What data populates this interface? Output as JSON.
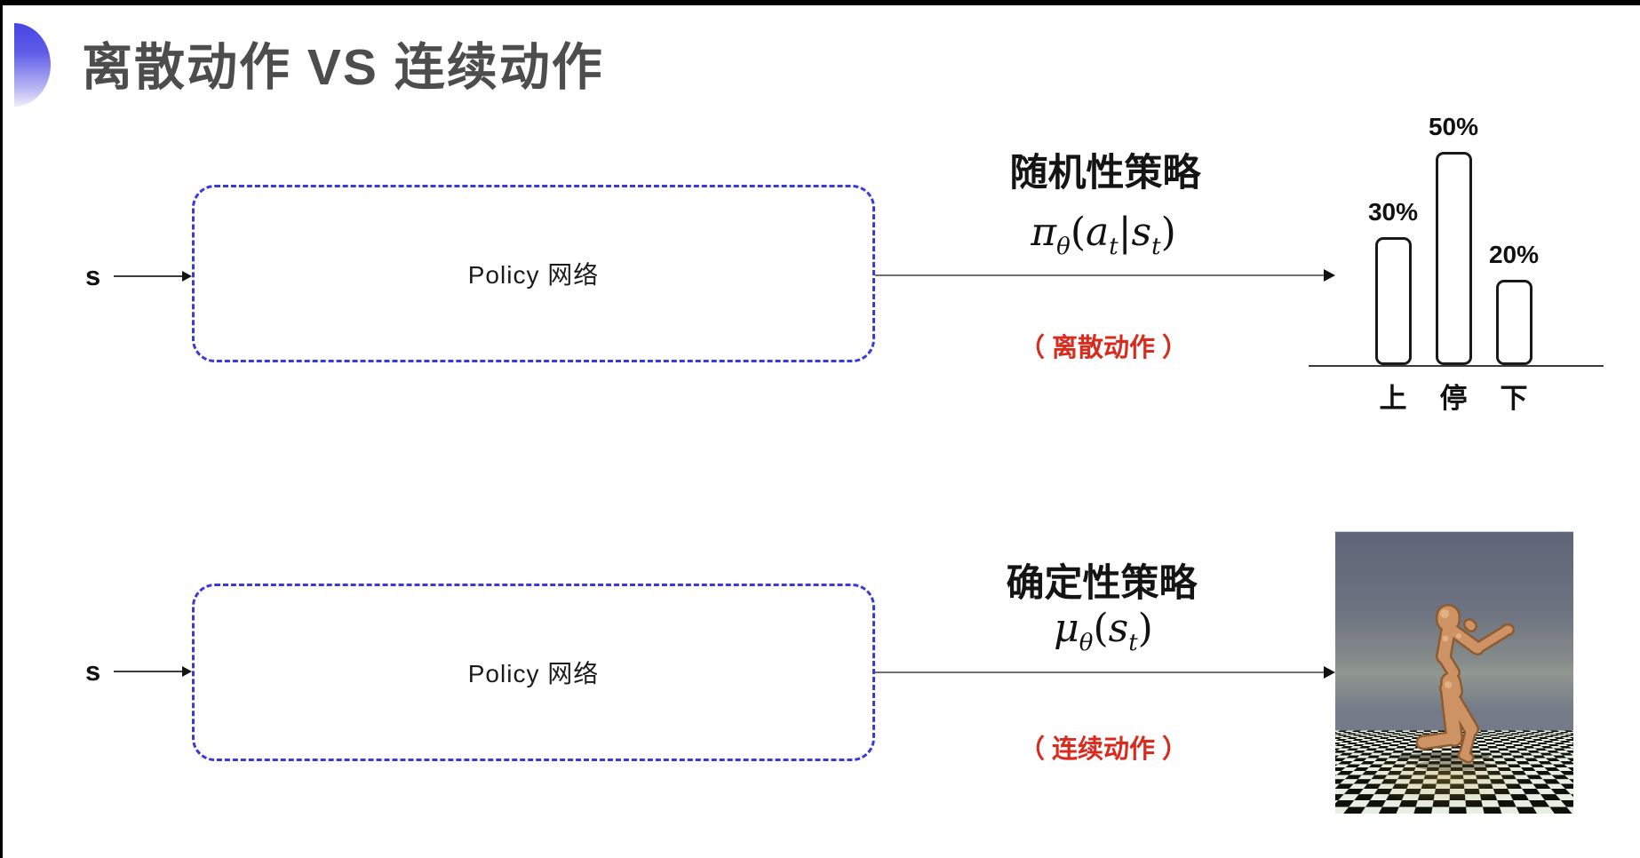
{
  "title": "离散动作 VS 连续动作",
  "colors": {
    "box_dash_blue": "#3a3ad6",
    "note_red": "#d92a1e",
    "title_gray": "#4d4d4d",
    "bullet_blue": "#4645e2"
  },
  "top_row": {
    "state_label": "s",
    "network_label": "Policy 网络",
    "policy_name": "随机性策略",
    "formula_tokens": [
      {
        "g": "π",
        "i": true,
        "s": "θ"
      },
      {
        "g": "("
      },
      {
        "g": "a",
        "i": true,
        "s": "t"
      },
      {
        "g": "|"
      },
      {
        "g": "s",
        "i": true,
        "s": "t"
      },
      {
        "g": ")"
      }
    ],
    "note": "（ 离散动作 ）"
  },
  "bottom_row": {
    "state_label": "s",
    "network_label": "Policy 网络",
    "policy_name": "确定性策略",
    "formula_tokens": [
      {
        "g": "μ",
        "i": true,
        "s": "θ"
      },
      {
        "g": "("
      },
      {
        "g": "s",
        "i": true,
        "s": "t"
      },
      {
        "g": ")"
      }
    ],
    "note": "（ 连续动作 ）"
  },
  "chart_data": {
    "type": "bar",
    "categories": [
      "上",
      "停",
      "下"
    ],
    "values": [
      30,
      50,
      20
    ],
    "value_labels": [
      "30%",
      "50%",
      "20%"
    ],
    "title": "",
    "xlabel": "",
    "ylabel": "",
    "ylim": [
      0,
      55
    ],
    "grid": false,
    "legend": false
  },
  "images": {
    "humanoid": "humanoid-robot-on-checkerboard-floor"
  }
}
